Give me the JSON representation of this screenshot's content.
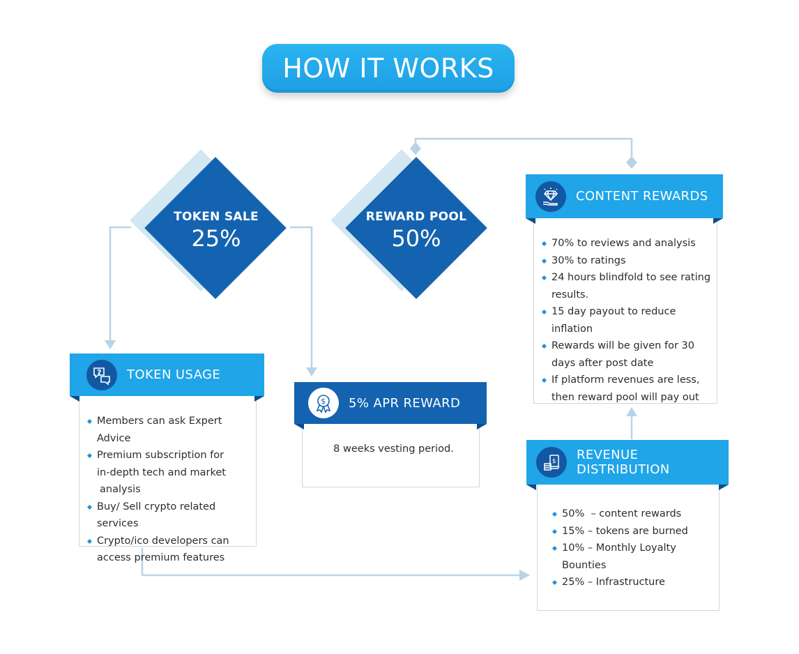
{
  "title": "HOW IT WORKS",
  "colors": {
    "cyan": "#1fa5e8",
    "navy": "#1463b0",
    "connector": "#b9d3e6",
    "text": "#2c2c2c"
  },
  "token_sale": {
    "label": "TOKEN SALE",
    "value": "25%"
  },
  "reward_pool": {
    "label": "REWARD POOL",
    "value": "50%"
  },
  "token_usage": {
    "title": "TOKEN USAGE",
    "icon": "chat-question-icon",
    "items": [
      "Members can ask Expert Advice",
      "Premium subscription for",
      "in-depth tech and market",
      "analysis",
      "Buy/ Sell crypto related services",
      "Crypto/ico developers can",
      "access premium features"
    ]
  },
  "apr_reward": {
    "title": "5% APR REWARD",
    "icon": "dollar-badge-icon",
    "text": "8 weeks vesting period."
  },
  "content_rewards": {
    "title": "CONTENT REWARDS",
    "icon": "diamond-hand-icon",
    "items": [
      "70% to reviews and analysis",
      "30% to ratings",
      "24 hours blindfold to see rating",
      "results.",
      "15 day payout to reduce inflation",
      "Rewards will be given for 30",
      "days after post date",
      "If platform revenues are less,",
      "then reward pool will pay out"
    ]
  },
  "revenue_distribution": {
    "title": "REVENUE DISTRIBUTION",
    "icon": "money-stack-icon",
    "items": [
      "50%  – content rewards",
      "15% – tokens are burned",
      "10% – Monthly Loyalty Bounties",
      "25% – Infrastructure"
    ]
  }
}
